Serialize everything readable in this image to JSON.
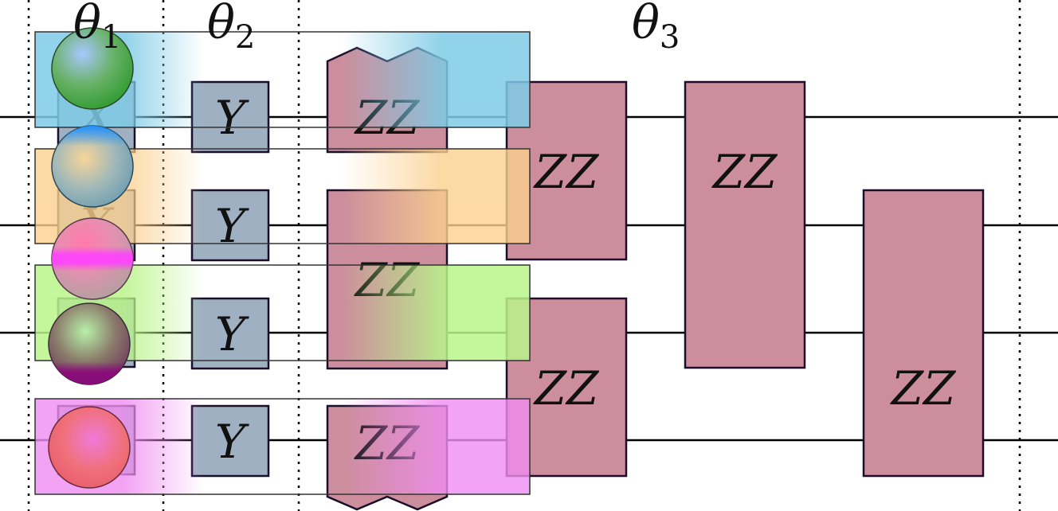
{
  "parameters": [
    {
      "symbol": "θ",
      "sub": "1"
    },
    {
      "symbol": "θ",
      "sub": "2"
    },
    {
      "symbol": "θ",
      "sub": "3"
    }
  ],
  "gates": {
    "x_label": "X",
    "y_label": "Y",
    "zz_label": "ZZ"
  },
  "colors": {
    "wire": "#000000",
    "separator": "#000000",
    "single_gate_fill": "#9fb0c2",
    "zz_gate_fill": "#cc8e9c",
    "gate_stroke": "#1a0e2a",
    "band_qubit_1": "#8fd4ea",
    "band_qubit_2": "#fbd59a",
    "band_qubit_3": "#c7f99f",
    "band_qubit_4": "#f6a6f6",
    "sphere_qubit_1": "#46b04a",
    "sphere_qubit_2": "#4aa0f0",
    "sphere_qubit_3": "#ff60e8",
    "sphere_qubit_4": "#ff6a7a"
  }
}
